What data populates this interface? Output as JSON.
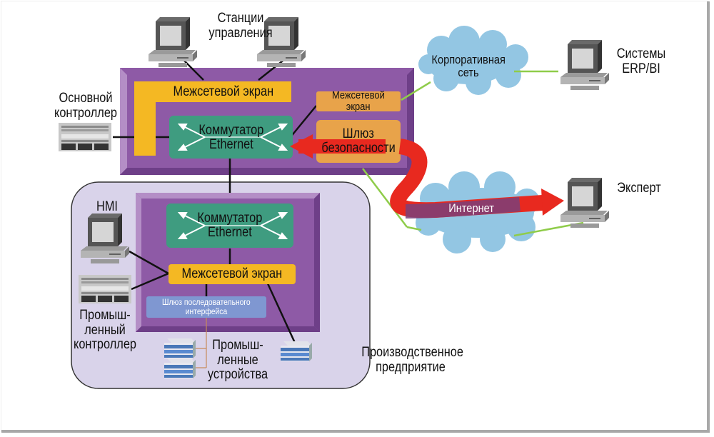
{
  "diagram": {
    "title": "Industrial network security architecture",
    "labels": {
      "control_stations": [
        "Станции",
        "управления"
      ],
      "main_controller": [
        "Основной",
        "контроллер"
      ],
      "erp_bi": [
        "Системы",
        "ERP/BI"
      ],
      "expert": "Эксперт",
      "hmi": "HMI",
      "industrial_controller": [
        "Промыш-",
        "ленный",
        "контроллер"
      ],
      "industrial_devices": [
        "Промыш-",
        "ленные",
        "устройства"
      ],
      "plant": [
        "Производственное",
        "предприятие"
      ]
    },
    "boxes": {
      "top_firewall": "Межсетевой экран",
      "top_switch": [
        "Коммутатор",
        "Ethernet"
      ],
      "small_firewall": [
        "Межсетевой",
        "экран"
      ],
      "security_gateway": [
        "Шлюз",
        "безопасности"
      ],
      "plant_switch": [
        "Коммутатор",
        "Ethernet"
      ],
      "plant_firewall": "Межсетевой экран",
      "serial_gateway": [
        "Шлюз последовательного",
        "интерфейса"
      ]
    },
    "clouds": {
      "corporate": [
        "Корпоративная",
        "сеть"
      ],
      "internet": "Интернет"
    },
    "colors": {
      "purple_panel": "#8e5aa6",
      "purple_light": "#b48ec6",
      "plant_bg": "#d9d3ea",
      "firewall_yellow": "#f4b823",
      "switch_green": "#3f9c80",
      "orange_box": "#e8a34a",
      "serial_blue": "#7f97d1",
      "cloud_blue": "#93c6e3",
      "arrow_red": "#e8291f",
      "link_green": "#8fcc4a"
    }
  }
}
